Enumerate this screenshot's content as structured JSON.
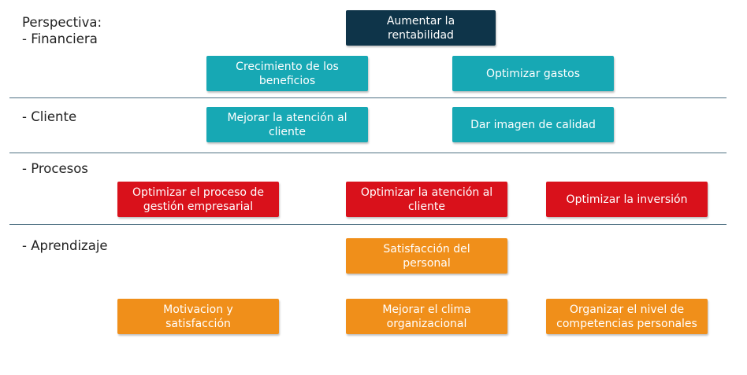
{
  "labels": {
    "financiera": "Perspectiva:\n- Financiera",
    "cliente": "- Cliente",
    "procesos": "- Procesos",
    "aprendizaje": "- Aprendizaje"
  },
  "boxes": {
    "top": "Aumentar la\nrentabilidad",
    "crecimiento": "Crecimiento de los\nbeneficios",
    "gastos": "Optimizar gastos",
    "atencion_cliente": "Mejorar la atención al\ncliente",
    "imagen": "Dar imagen de calidad",
    "proceso_gestion": "Optimizar el proceso de\ngestión empresarial",
    "optimizar_atencion": "Optimizar la atención al\ncliente",
    "inversion": "Optimizar la inversión",
    "satisfaccion_personal": "Satisfacción del\npersonal",
    "motivacion": "Motivacion y\nsatisfacción",
    "clima": "Mejorar el clima\norganizacional",
    "competencias": "Organizar el nivel de\ncompetencias personales"
  },
  "colors": {
    "dark": "#0e3449",
    "teal": "#17a8b4",
    "red": "#d9111b",
    "orange": "#f08f1a",
    "divider": "#4f7183"
  }
}
